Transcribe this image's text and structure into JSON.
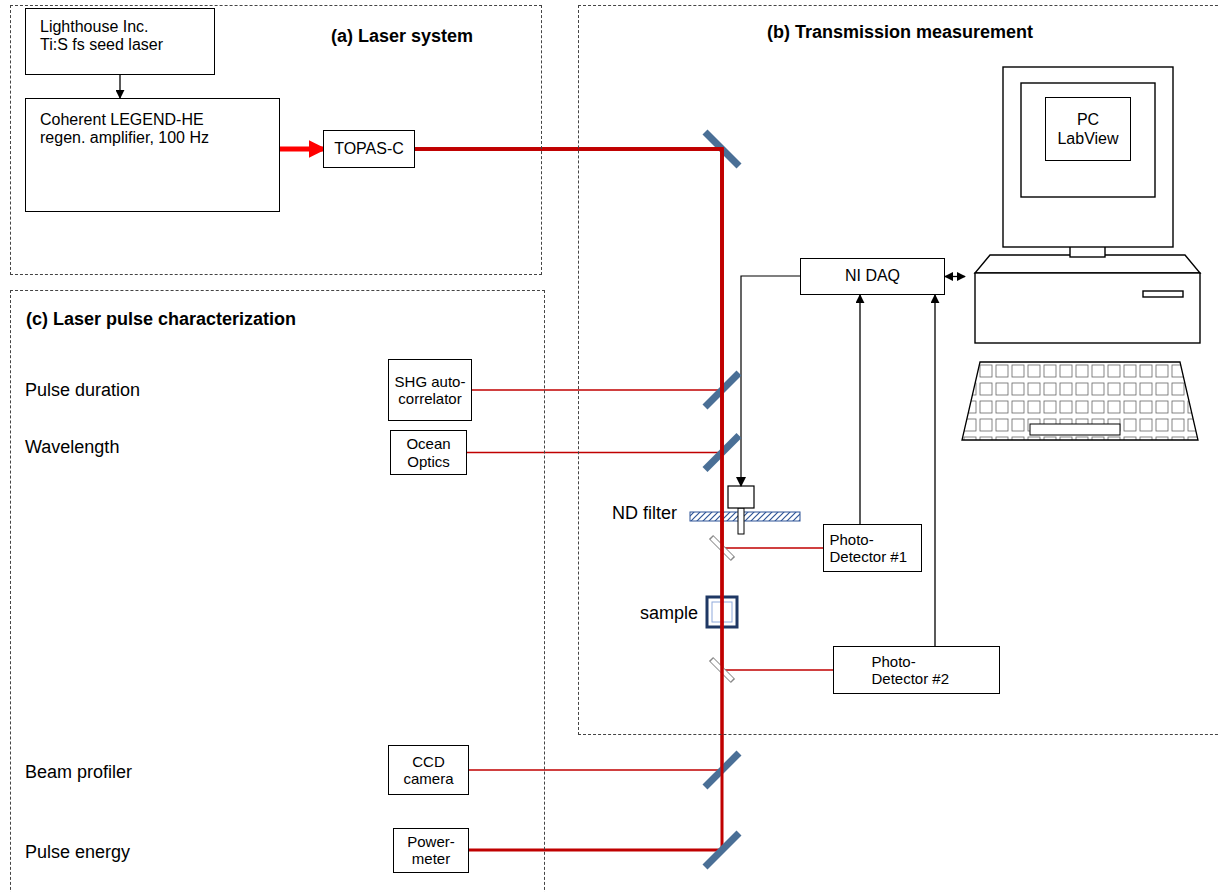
{
  "diagram": {
    "nodes": [
      {
        "text": [
          "(a) Laser system"
        ]
      },
      {
        "text": [
          "Lighthouse Inc. Ti:S fs seed laser"
        ],
        "in": 0
      },
      {
        "text": [
          "Coherent LEGEND-HE regen. amplifier, 100 Hz"
        ],
        "in": 0
      },
      {
        "text": [
          "TOPAS-C"
        ],
        "in": 0
      },
      {
        "text": [
          "(b) Transmission measurement"
        ]
      },
      {
        "text": [
          "PC LabView"
        ],
        "in": 4
      },
      {
        "text": [
          "NI DAQ"
        ],
        "in": 4
      },
      {
        "text": [
          "Photo-Detector #1"
        ],
        "in": 4
      },
      {
        "text": [
          "Photo-Detector #2"
        ],
        "in": 4
      },
      {
        "text": [
          "(c) Laser pulse characterization"
        ]
      },
      {
        "text": [
          "SHG auto-correlator"
        ],
        "in": 9
      },
      {
        "text": [
          "Ocean Optics"
        ],
        "in": 9
      },
      {
        "text": [
          "CCD camera"
        ],
        "in": 9
      },
      {
        "text": [
          "Power-meter"
        ],
        "in": 9
      }
    ],
    "edges": [
      {
        "from": 1,
        "to": 2,
        "arrow": "to"
      },
      {
        "from": 2,
        "to": 3,
        "arrow": "to"
      },
      {
        "from": 3,
        "to": 10,
        "arrow": "none"
      },
      {
        "from": 3,
        "to": 11,
        "arrow": "none"
      },
      {
        "from": 3,
        "to": 7,
        "arrow": "none"
      },
      {
        "from": 3,
        "to": 8,
        "arrow": "none"
      },
      {
        "from": 3,
        "to": 12,
        "arrow": "none"
      },
      {
        "from": 3,
        "to": 13,
        "arrow": "none"
      },
      {
        "from": 6,
        "to": 5,
        "arrow": "both"
      },
      {
        "from": 7,
        "to": 6,
        "arrow": "to"
      },
      {
        "from": 8,
        "to": 6,
        "arrow": "to"
      }
    ],
    "labels": [
      "Pulse duration",
      "Wavelength",
      "Beam profiler",
      "Pulse energy",
      "ND filter",
      "sample"
    ]
  }
}
